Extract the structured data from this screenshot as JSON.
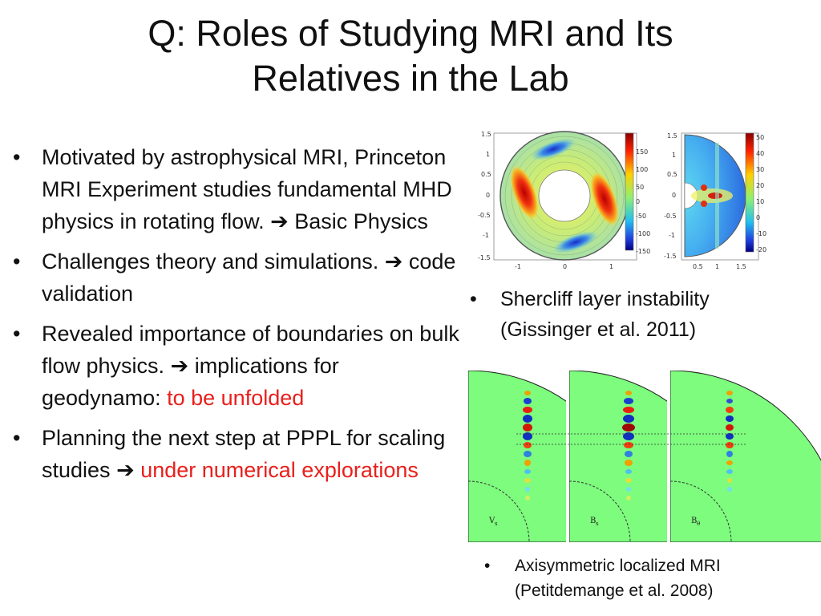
{
  "slide": {
    "title_line1": "Q: Roles of Studying MRI and Its",
    "title_line2": "Relatives in the Lab",
    "bullet_glyph": "•",
    "arrow_glyph": "➔",
    "bullets": [
      {
        "text": "Motivated by astrophysical MRI, Princeton MRI Experiment studies fundamental MHD physics in rotating flow. ",
        "after_arrow": " Basic Physics"
      },
      {
        "text": "Challenges theory and simulations. ",
        "after_arrow": " code validation"
      },
      {
        "text": "Revealed importance of boundaries on bulk flow physics. ",
        "after_arrow": " implications for geodynamo: ",
        "red": "to be unfolded"
      },
      {
        "text": "Planning the next step at PPPL for scaling studies ",
        "after_arrow": " ",
        "red": "under numerical explorations"
      }
    ]
  },
  "figures": {
    "shercliff": {
      "left_yticks": [
        "1.5",
        "1",
        "0.5",
        "0",
        "-0.5",
        "-1",
        "-1.5"
      ],
      "left_xticks": [
        "-1",
        "0",
        "1"
      ],
      "left_colorbar": [
        "150",
        "100",
        "50",
        "0",
        "-50",
        "-100",
        "-150"
      ],
      "right_yticks": [
        "1.5",
        "1",
        "0.5",
        "0",
        "-0.5",
        "-1",
        "-1.5"
      ],
      "right_xticks": [
        "0.5",
        "1",
        "1.5"
      ],
      "right_colorbar": [
        "50",
        "40",
        "30",
        "20",
        "10",
        "0",
        "-10",
        "-20"
      ],
      "caption_line1": "Shercliff layer instability",
      "caption_line2": "(Gissinger et al. 2011)"
    },
    "localized_mri": {
      "panel_labels": [
        "V",
        "B",
        "B"
      ],
      "panel_subs": [
        "s",
        "s",
        "θ"
      ],
      "caption_line1": "Axisymmetric localized MRI",
      "caption_line2": "(Petitdemange et al. 2008)"
    }
  },
  "colors": {
    "red_text": "#e8201c",
    "panel_green": "#7dfc7d"
  }
}
